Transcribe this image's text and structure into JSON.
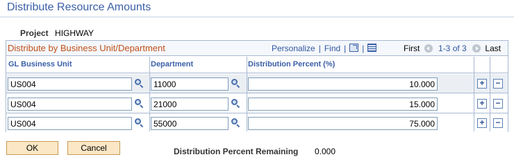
{
  "page": {
    "title": "Distribute Resource Amounts"
  },
  "project": {
    "label": "Project",
    "value": "HIGHWAY"
  },
  "grid": {
    "title": "Distribute by Business Unit/Department",
    "nav": {
      "personalize": "Personalize",
      "find": "Find",
      "first": "First",
      "count": "1-3 of 3",
      "last": "Last"
    },
    "columns": [
      "GL Business Unit",
      "Department",
      "Distribution Percent (%)"
    ],
    "rows": [
      {
        "business_unit": "US004",
        "department": "11000",
        "percent": "10.000"
      },
      {
        "business_unit": "US004",
        "department": "21000",
        "percent": "15.000"
      },
      {
        "business_unit": "US004",
        "department": "55000",
        "percent": "75.000"
      }
    ],
    "add_symbol": "+",
    "delete_symbol": "−"
  },
  "actions": {
    "ok": "OK",
    "cancel": "Cancel"
  },
  "remaining": {
    "label": "Distribution Percent Remaining",
    "value": "0.000"
  },
  "colors": {
    "title": "#3a5fa8",
    "grid_title": "#c0501a",
    "link": "#3056a0",
    "button_bg": "#fbe7c6"
  }
}
